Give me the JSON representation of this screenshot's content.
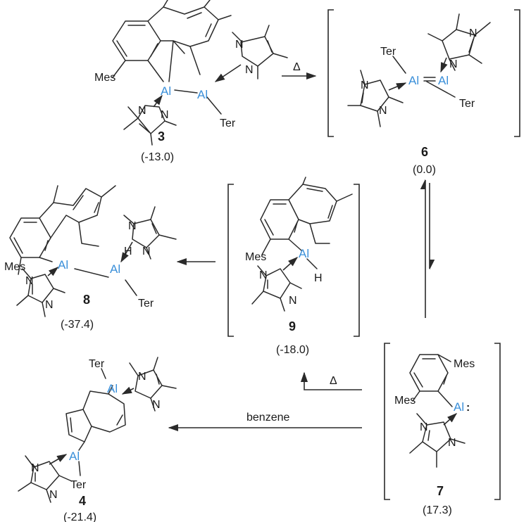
{
  "labels": {
    "ter": "Ter",
    "mes": "Mes",
    "al": "Al",
    "n": "N",
    "h": "H",
    "heat": "Δ",
    "benzene": "benzene",
    "lone_pair": ":"
  },
  "compounds": [
    {
      "id": "3",
      "energy": "(-13.0)"
    },
    {
      "id": "6",
      "energy": "(0.0)"
    },
    {
      "id": "8",
      "energy": "(-37.4)"
    },
    {
      "id": "9",
      "energy": "(-18.0)"
    },
    {
      "id": "4",
      "energy": "(-21.4)"
    },
    {
      "id": "7",
      "energy": "(17.3)"
    }
  ]
}
